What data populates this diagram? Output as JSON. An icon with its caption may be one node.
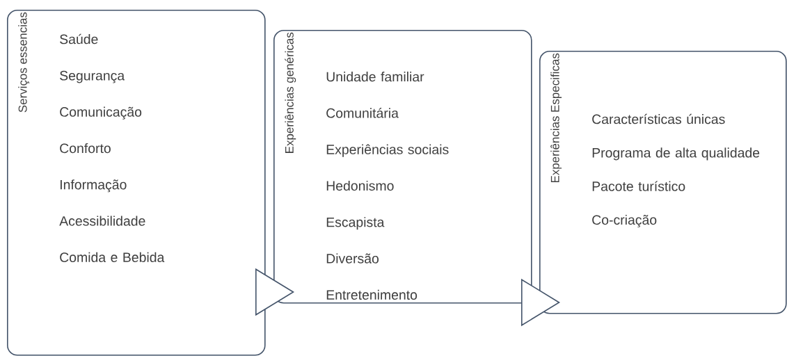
{
  "diagram": {
    "nodes": [
      {
        "text": [
          "Serviços essencias",
          "Saúde",
          "Segurança",
          "Comunicação",
          "Conforto",
          "Informação",
          "Acessibilidade",
          "Comida e Bebida"
        ]
      },
      {
        "text": [
          "Experiências genéricas",
          "Unidade familiar",
          "Comunitária",
          "Experiências sociais",
          "Hedonismo",
          "Escapista",
          "Diversão",
          "Entretenimento"
        ]
      },
      {
        "text": [
          "Experiências Especificas",
          "Características únicas",
          "Programa de alta qualidade",
          "Pacote turístico",
          "Co-criação"
        ]
      }
    ],
    "edges": [
      {
        "from": 0,
        "to": 1,
        "arrow": "to"
      },
      {
        "from": 1,
        "to": 2,
        "arrow": "to"
      }
    ]
  }
}
